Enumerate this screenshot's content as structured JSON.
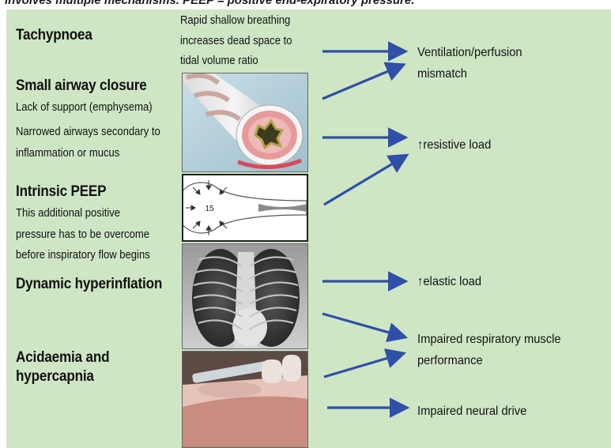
{
  "caption": "involves multiple mechanisms. PEEP = positive end-expiratory pressure.",
  "factors": {
    "tachypnoea": {
      "title": "Tachypnoea",
      "note_lines": [
        "Rapid shallow breathing",
        "increases dead space to",
        "tidal volume ratio"
      ]
    },
    "small_airway": {
      "title": "Small airway closure",
      "lines": [
        "Lack of support (emphysema)",
        "Narrowed airways secondary to",
        "inflammation or mucus"
      ]
    },
    "peep": {
      "title": "Intrinsic PEEP",
      "lines": [
        "This additional positive",
        "pressure has to be overcome",
        "before inspiratory flow begins"
      ],
      "diagram_value": "15"
    },
    "hyperinflation": {
      "title": "Dynamic hyperinflation"
    },
    "acidaemia": {
      "title_lines": [
        "Acidaemia and",
        "hypercapnia"
      ]
    }
  },
  "outcomes": {
    "vq_lines": [
      "Ventilation/perfusion",
      "mismatch"
    ],
    "resistive": "↑resistive load",
    "elastic": "↑elastic load",
    "muscle_lines": [
      "Impaired respiratory muscle",
      "performance"
    ],
    "neural": "Impaired neural drive"
  },
  "colors": {
    "background": "#cfe6c5",
    "arrow": "#2f4fa8",
    "text": "#111111"
  }
}
